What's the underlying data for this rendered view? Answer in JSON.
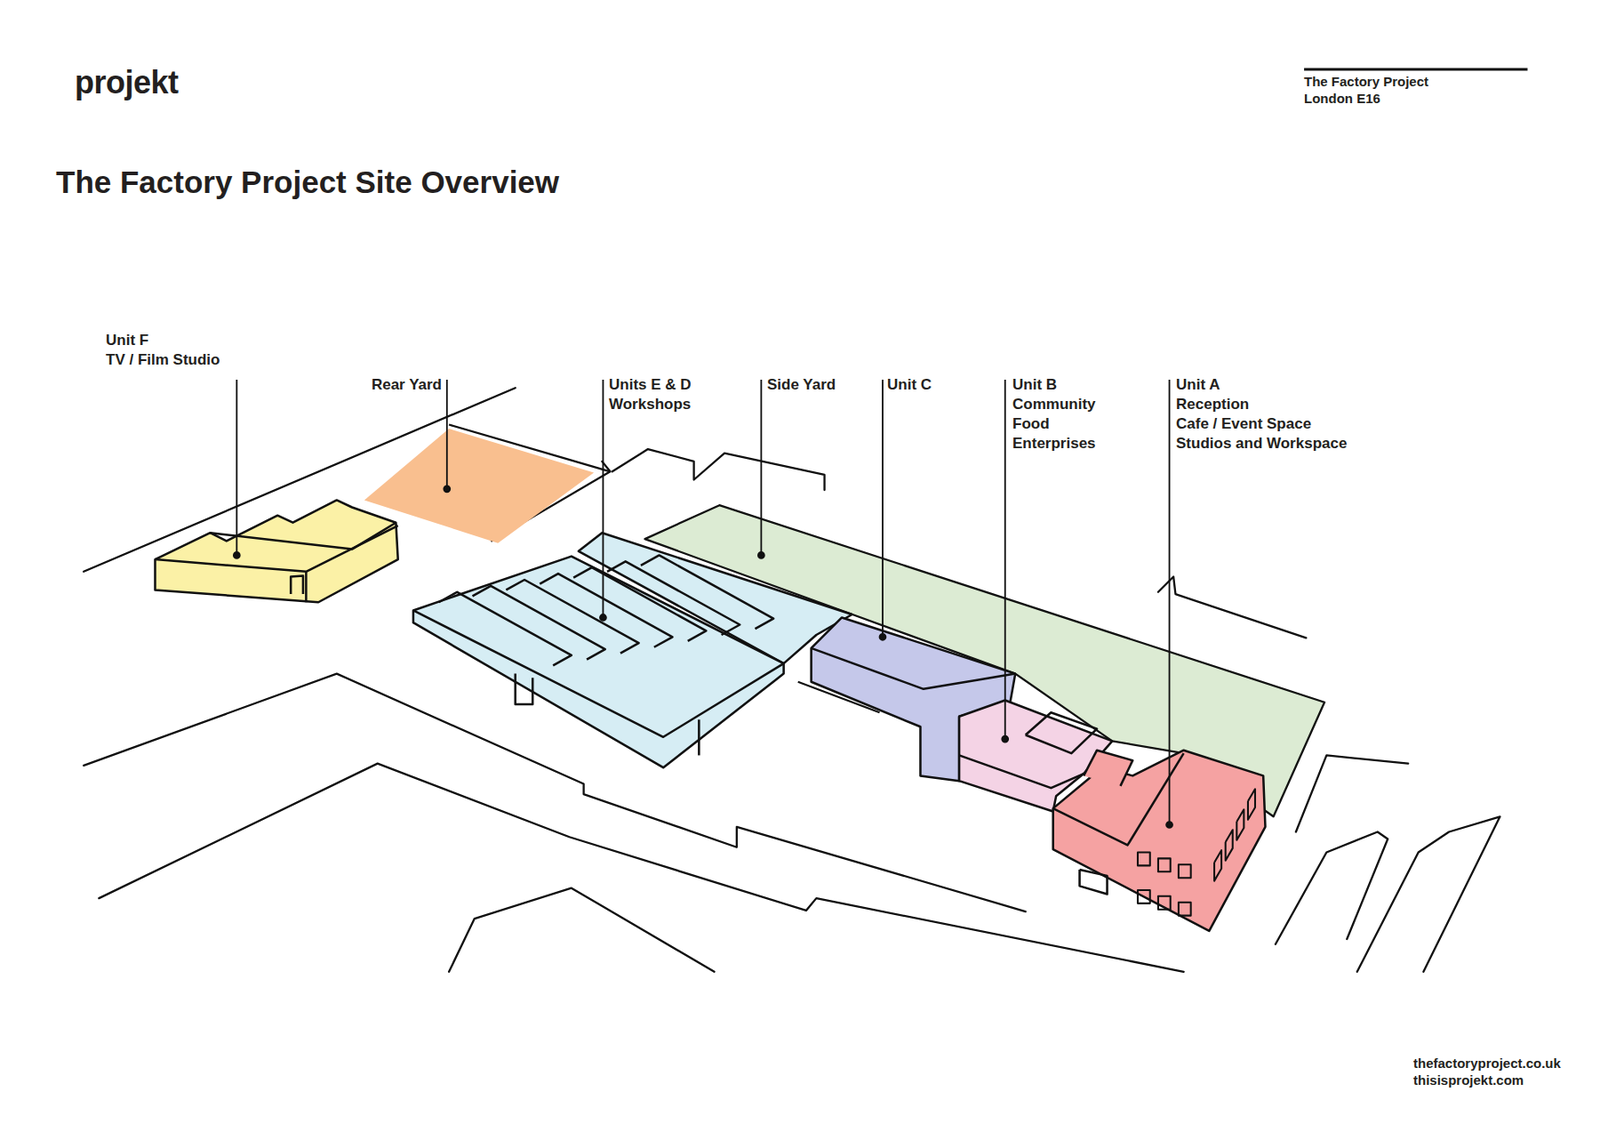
{
  "diagram": {
    "title": "The Factory Project Site Overview",
    "labels": [
      "projekt",
      "The Factory Project",
      "London E16",
      "Unit F TV / Film Studio",
      "Rear Yard",
      "Units E & D Workshops",
      "Side Yard",
      "Unit C",
      "Unit B Community Food Enterprises",
      "Unit A Reception Cafe / Event Space Studios and Workspace",
      "thefactoryproject.co.uk",
      "thisisprojekt.com"
    ]
  }
}
